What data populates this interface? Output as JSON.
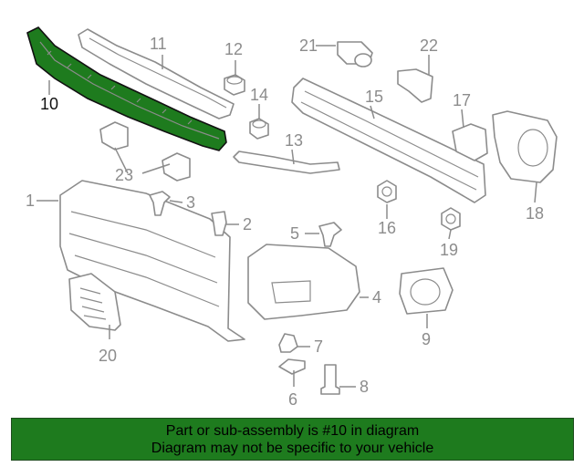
{
  "colors": {
    "highlight": "#1e7b1e",
    "banner_bg": "#1e7b1e",
    "part_stroke": "#8c8c8c"
  },
  "diagram": {
    "highlighted_part": "10",
    "callouts": {
      "c1": "1",
      "c2": "2",
      "c3": "3",
      "c4": "4",
      "c5": "5",
      "c6": "6",
      "c7": "7",
      "c8": "8",
      "c9": "9",
      "c10": "10",
      "c11": "11",
      "c12": "12",
      "c13": "13",
      "c14": "14",
      "c15": "15",
      "c16": "16",
      "c17": "17",
      "c18": "18",
      "c19": "19",
      "c20": "20",
      "c21": "21",
      "c22": "22",
      "c23": "23"
    }
  },
  "banner": {
    "line1": "Part or sub-assembly is #10 in diagram",
    "line2": "Diagram may not be specific to your vehicle"
  }
}
